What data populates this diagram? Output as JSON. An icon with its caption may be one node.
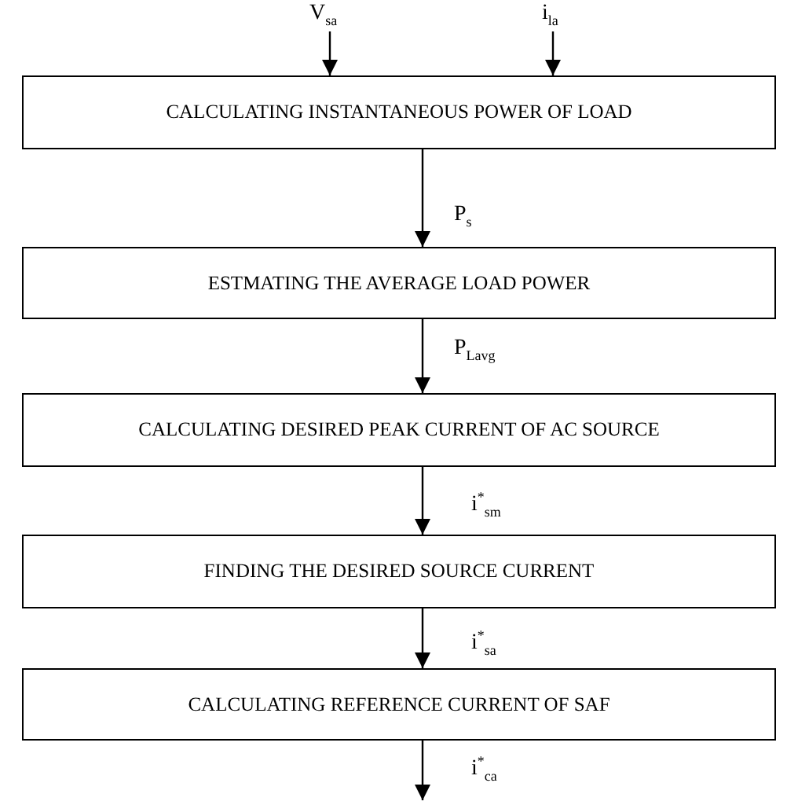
{
  "diagram": {
    "nodes": [
      {
        "text": [
          "CALCULATING INSTANTANEOUS POWER OF LOAD"
        ]
      },
      {
        "text": [
          "ESTMATING THE AVERAGE LOAD POWER"
        ]
      },
      {
        "text": [
          "CALCULATING DESIRED PEAK CURRENT OF AC SOURCE"
        ]
      },
      {
        "text": [
          "FINDING THE DESIRED SOURCE CURRENT"
        ]
      },
      {
        "text": [
          "CALCULATING REFERENCE CURRENT OF SAF"
        ]
      }
    ],
    "edges": [
      {
        "from": null,
        "to": 0,
        "arrow": "to",
        "label": "V$_{sa}$"
      },
      {
        "from": null,
        "to": 0,
        "arrow": "to",
        "label": "i$_{la}$"
      },
      {
        "from": 0,
        "to": 1,
        "arrow": "to",
        "label": "P$_{s}$"
      },
      {
        "from": 1,
        "to": 2,
        "arrow": "to",
        "label": "P$_{Lavg}$"
      },
      {
        "from": 2,
        "to": 3,
        "arrow": "to",
        "label": "i$^{*}$$_{sm}$"
      },
      {
        "from": 3,
        "to": 4,
        "arrow": "to",
        "label": "i$^{*}$$_{sa}$"
      },
      {
        "from": 4,
        "to": null,
        "arrow": "to",
        "label": "i$^{*}$$_{ca}$"
      }
    ]
  }
}
